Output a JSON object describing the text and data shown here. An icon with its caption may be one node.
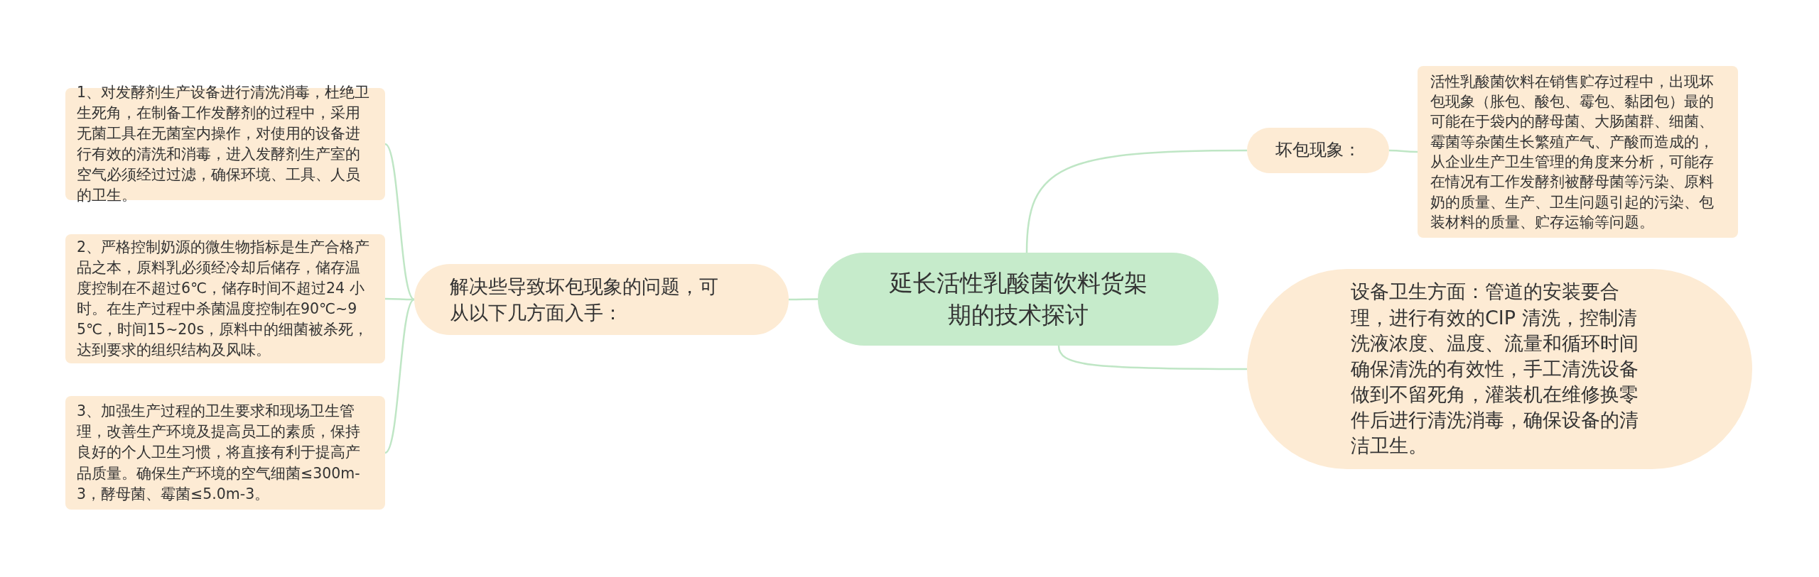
{
  "diagram": {
    "nodes": [
      {
        "text": [
          "延长活性乳酸菌饮料货架期的技术探讨"
        ]
      },
      {
        "text": [
          "坏包现象："
        ]
      },
      {
        "text": [
          "活性乳酸菌饮料在销售贮存过程中，出现坏包现象（胀包、酸包、霉包、黏团包）最的可能在于袋内的酵母菌、大肠菌群、细菌、霉菌等杂菌生长繁殖产气、产酸而造成的，从企业生产卫生管理的角度来分析，可能存在情况有工作发酵剂被酵母菌等污染、原料奶的质量、生产、卫生问题引起的污染、包装材料的质量、贮存运输等问题。"
        ]
      },
      {
        "text": [
          "设备卫生方面：管道的安装要合理，进行有效的CIP 清洗，控制清洗液浓度、温度、流量和循环时间确保清洗的有效性，手工清洗设备做到不留死角，灌装机在维修换零件后进行清洗消毒，确保设备的清洁卫生。"
        ]
      },
      {
        "text": [
          "解决些导致坏包现象的问题，可从以下几方面入手："
        ]
      },
      {
        "text": [
          "1、对发酵剂生产设备进行清洗消毒，杜绝卫生死角，在制备工作发酵剂的过程中，采用无菌工具在无菌室内操作，对使用的设备进行有效的清洗和消毒，进入发酵剂生产室的空气必须经过过滤，确保环境、工具、人员的卫生。"
        ]
      },
      {
        "text": [
          "2、严格控制奶源的微生物指标是生产合格产品之本，原料乳必须经冷却后储存，储存温度控制在不超过6℃，储存时间不超过24 小时。在生产过程中杀菌温度控制在90℃~95℃，时间15~20s，原料中的细菌被杀死，达到要求的组织结构及风味。"
        ]
      },
      {
        "text": [
          "3、加强生产过程的卫生要求和现场卫生管理，改善生产环境及提高员工的素质，保持良好的个人卫生习惯，将直接有利于提高产品质量。确保生产环境的空气细菌≤300m-3，酵母菌、霉菌≤5.0m-3。"
        ]
      }
    ],
    "edges": [
      {
        "from": 0,
        "to": 1,
        "arrow": "none"
      },
      {
        "from": 1,
        "to": 2,
        "arrow": "none"
      },
      {
        "from": 0,
        "to": 3,
        "arrow": "none"
      },
      {
        "from": 0,
        "to": 4,
        "arrow": "none"
      },
      {
        "from": 4,
        "to": 5,
        "arrow": "none"
      },
      {
        "from": 4,
        "to": 6,
        "arrow": "none"
      },
      {
        "from": 4,
        "to": 7,
        "arrow": "none"
      }
    ]
  }
}
